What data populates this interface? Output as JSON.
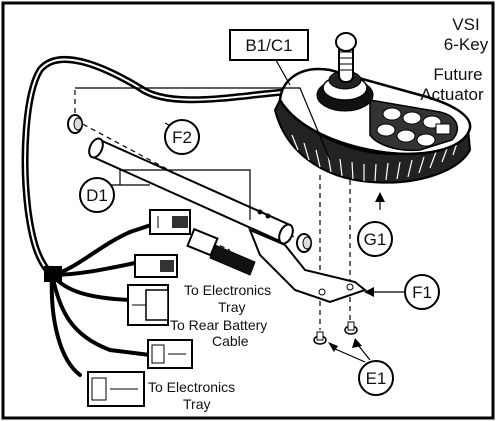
{
  "title": {
    "line1": "VSI",
    "line2": "6-Key",
    "line3": "Future",
    "line4": "Actuator"
  },
  "callouts": {
    "b1c1": "B1/C1",
    "f2": "F2",
    "d1": "D1",
    "g1": "G1",
    "f1": "F1",
    "e1": "E1"
  },
  "labels": {
    "to_electronics_1_line1": "To Electronics",
    "to_electronics_1_line2": "Tray",
    "to_rear_battery_line1": "To Rear Battery",
    "to_rear_battery_line2": "Cable",
    "to_electronics_2_line1": "To Electronics",
    "to_electronics_2_line2": "Tray"
  }
}
